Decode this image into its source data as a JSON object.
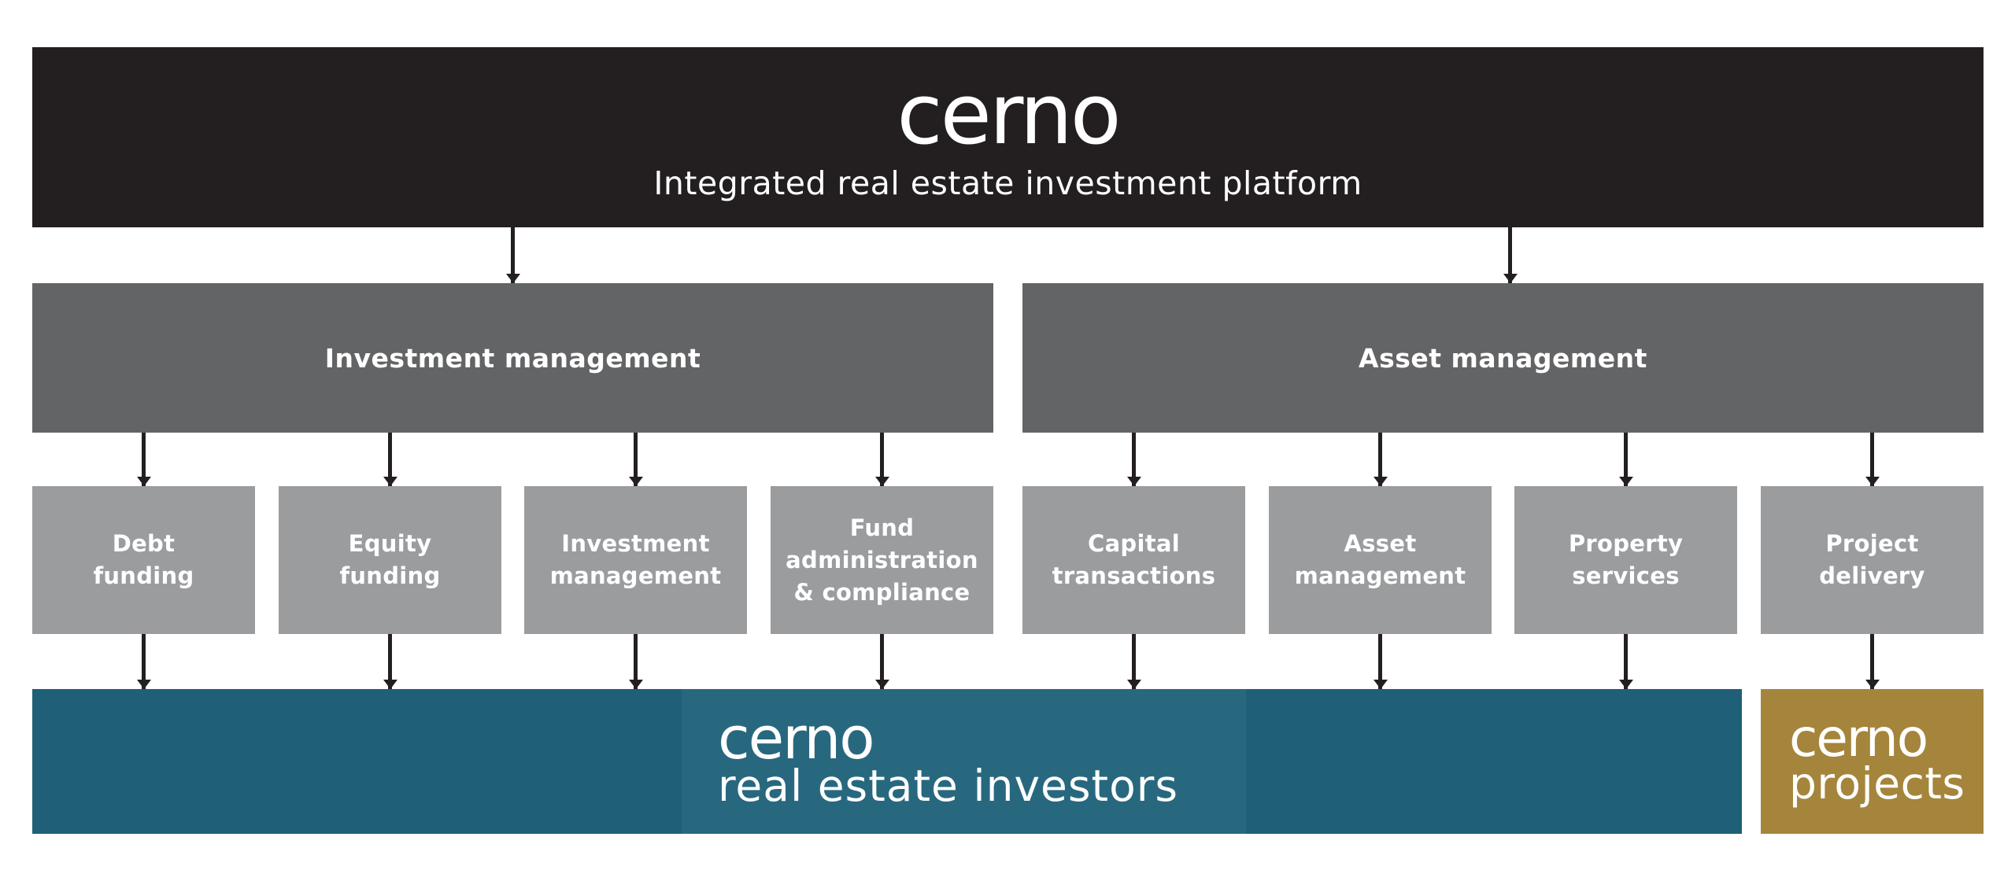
{
  "banner": {
    "wordmark": "cerno",
    "tagline": "Integrated real estate investment platform"
  },
  "divisions": [
    {
      "label": "Investment management"
    },
    {
      "label": "Asset management"
    }
  ],
  "services": [
    {
      "label": "Debt funding",
      "lines": [
        "Debt",
        "funding"
      ]
    },
    {
      "label": "Equity funding",
      "lines": [
        "Equity",
        "funding"
      ]
    },
    {
      "label": "Investment management",
      "lines": [
        "Investment",
        "management"
      ]
    },
    {
      "label": "Fund administration & compliance",
      "lines": [
        "Fund",
        "administration",
        "& compliance"
      ]
    },
    {
      "label": "Capital transactions",
      "lines": [
        "Capital",
        "transactions"
      ]
    },
    {
      "label": "Asset management",
      "lines": [
        "Asset",
        "management"
      ]
    },
    {
      "label": "Property services",
      "lines": [
        "Property",
        "services"
      ]
    },
    {
      "label": "Project delivery",
      "lines": [
        "Project",
        "delivery"
      ]
    }
  ],
  "entities": {
    "investors": {
      "wordmark": "cerno",
      "name": "real estate investors"
    },
    "projects": {
      "wordmark": "cerno",
      "name": "projects"
    }
  },
  "colors": {
    "page_bg": "#FFFFFF",
    "banner_bg": "#231F20",
    "division_bg": "#636466",
    "service_bg": "#9B9C9E",
    "investors_bg": "#1F5F78",
    "investors_band_bg": "#28687F",
    "projects_bg": "#A5853C",
    "connector": "#231F20",
    "text": "#FFFFFF"
  }
}
